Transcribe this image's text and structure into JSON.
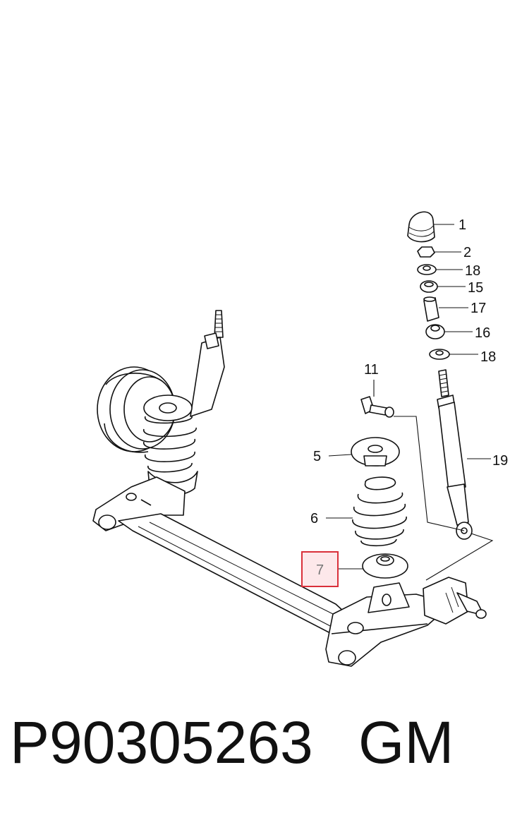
{
  "footer": {
    "part_number": "P90305263",
    "brand": "GM"
  },
  "callouts": [
    {
      "id": "1",
      "text": "1"
    },
    {
      "id": "2",
      "text": "2"
    },
    {
      "id": "18a",
      "text": "18"
    },
    {
      "id": "15",
      "text": "15"
    },
    {
      "id": "17",
      "text": "17"
    },
    {
      "id": "16",
      "text": "16"
    },
    {
      "id": "18b",
      "text": "18"
    },
    {
      "id": "11",
      "text": "11"
    },
    {
      "id": "19",
      "text": "19"
    },
    {
      "id": "5",
      "text": "5"
    },
    {
      "id": "6",
      "text": "6"
    },
    {
      "id": "7",
      "text": "7"
    }
  ],
  "highlight": {
    "callout": "7",
    "color": "#d9303a",
    "fill": "#fde8ea"
  }
}
